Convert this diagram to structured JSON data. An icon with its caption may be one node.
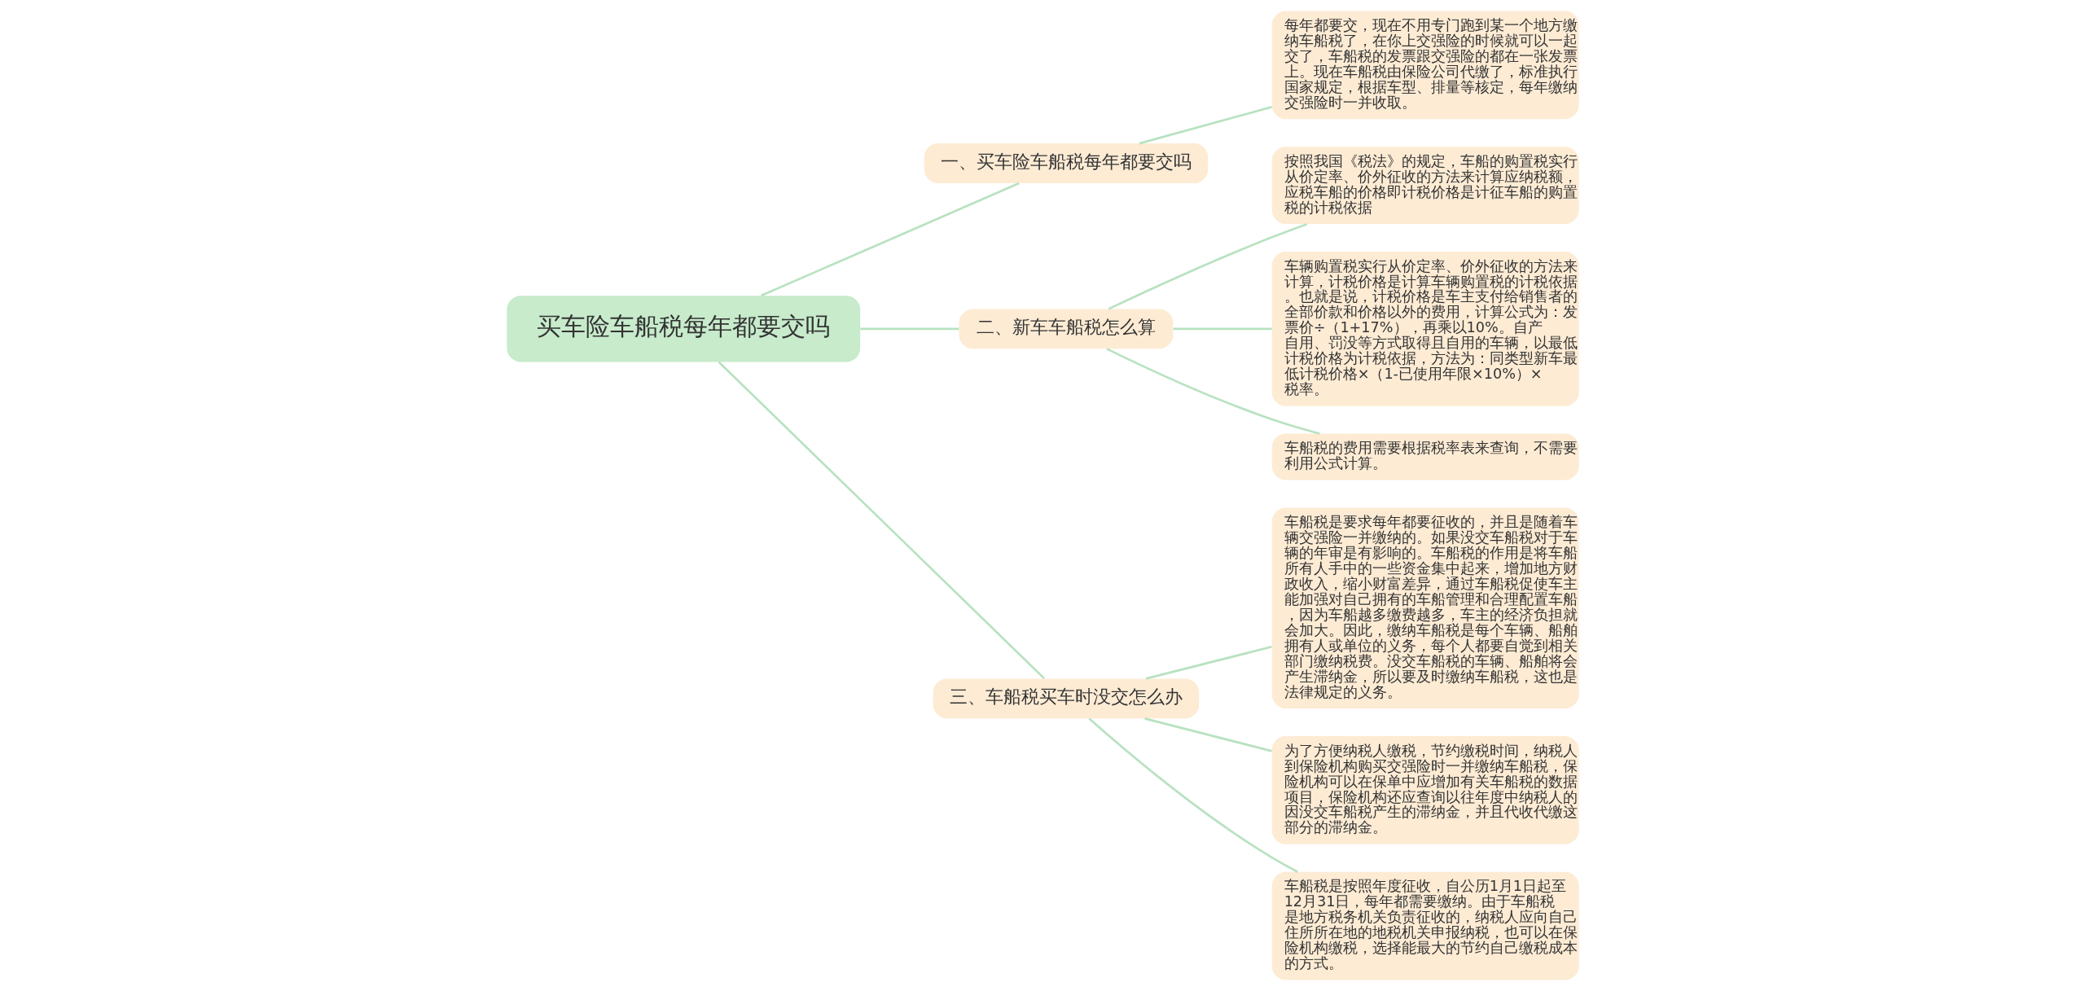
{
  "diagram": {
    "nodes": [
      {
        "text": [
          "买车险车船税每年都要交吗"
        ]
      },
      {
        "text": [
          "一、买车险车船税每年都要交吗"
        ]
      },
      {
        "text": [
          "每年都要交，现在不用专门跑到某一个地方缴纳车船税了，在你上交强险的时候就可以一起交了，车船税的发票跟交强险的都在一张发票上。现在车船税由保险公司代缴了，标准执行国家规定，根据车型、排量等核定，每年缴纳交强险时一并收取。"
        ]
      },
      {
        "text": [
          "二、新车车船税怎么算"
        ]
      },
      {
        "text": [
          "按照我国《税法》的规定，车船的购置税实行从价定率、价外征收的方法来计算应纳税额，应税车船的价格即计税价格是计征车船的购置税的计税依据"
        ]
      },
      {
        "text": [
          "车辆购置税实行从价定率、价外征收的方法来计算，计税价格是计算车辆购置税的计税依据。也就是说，计税价格是车主支付给销售者的全部价款和价格以外的费用，计算公式为：发票价÷（1+17%），再乘以10%。自产自用、罚没等方式取得且自用的车辆，以最低计税价格为计税依据，方法为：同类型新车最低计税价格×（1-已使用年限×10%）×税率。"
        ]
      },
      {
        "text": [
          "车船税的费用需要根据税率表来查询，不需要利用公式计算。"
        ]
      },
      {
        "text": [
          "三、车船税买车时没交怎么办"
        ]
      },
      {
        "text": [
          "车船税是要求每年都要征收的，并且是随着车辆交强险一并缴纳的。如果没交车船税对于车辆的年审是有影响的。车船税的作用是将车船所有人手中的一些资金集中起来，增加地方财政收入，缩小财富差异，通过车船税促使车主能加强对自己拥有的车船管理和合理配置车船，因为车船越多缴费越多，车主的经济负担就会加大。因此，缴纳车船税是每个车辆、船舶拥有人或单位的义务，每个人都要自觉到相关部门缴纳税费。没交车船税的车辆、船舶将会产生滞纳金，所以要及时缴纳车船税，这也是法律规定的义务。"
        ]
      },
      {
        "text": [
          "为了方便纳税人缴税，节约缴税时间，纳税人到保险机构购买交强险时一并缴纳车船税，保险机构可以在保单中应增加有关车船税的数据项目，保险机构还应查询以往年度中纳税人的因没交车船税产生的滞纳金，并且代收代缴这部分的滞纳金。"
        ]
      },
      {
        "text": [
          "车船税是按照年度征收，自公历1月1日起至12月31日，每年都需要缴纳。由于车船税是地方税务机关负责征收的，纳税人应向自己住所所在地的地税机关申报纳税，也可以在保险机构缴税，选择能最大的节约自己缴税成本的方式。"
        ]
      }
    ],
    "edges": [
      {
        "from": 0,
        "to": 1,
        "arrow": "none"
      },
      {
        "from": 1,
        "to": 2,
        "arrow": "none"
      },
      {
        "from": 0,
        "to": 3,
        "arrow": "none"
      },
      {
        "from": 3,
        "to": 4,
        "arrow": "none"
      },
      {
        "from": 3,
        "to": 5,
        "arrow": "none"
      },
      {
        "from": 3,
        "to": 6,
        "arrow": "none"
      },
      {
        "from": 0,
        "to": 7,
        "arrow": "none"
      },
      {
        "from": 7,
        "to": 8,
        "arrow": "none"
      },
      {
        "from": 7,
        "to": 9,
        "arrow": "none"
      },
      {
        "from": 7,
        "to": 10,
        "arrow": "none"
      }
    ]
  }
}
